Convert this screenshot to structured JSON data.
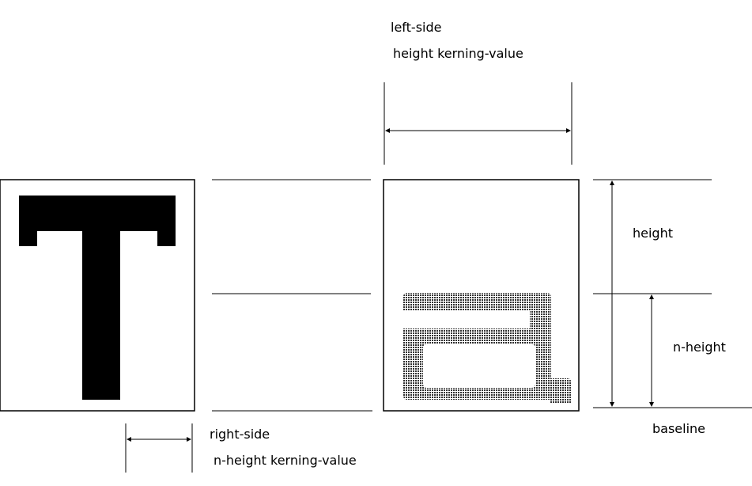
{
  "labels": {
    "left_side": "left-side",
    "height_kerning": "height kerning-value",
    "height": "height",
    "n_height": "n-height",
    "baseline": "baseline",
    "right_side": "right-side",
    "n_height_kerning": "n-height kerning-value"
  },
  "glyphs": {
    "left": "T",
    "right": "a"
  },
  "colors": {
    "ink": "#000000",
    "dot_fill": "#555555"
  }
}
